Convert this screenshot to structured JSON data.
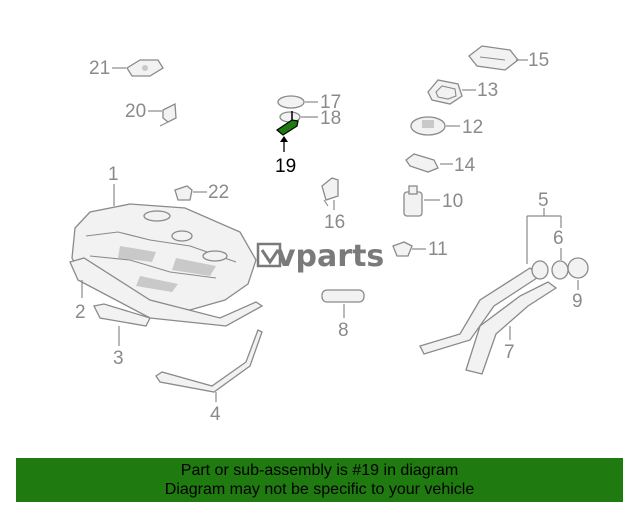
{
  "diagram": {
    "callouts": {
      "c1": "1",
      "c2": "2",
      "c3": "3",
      "c4": "4",
      "c5": "5",
      "c6": "6",
      "c7": "7",
      "c8": "8",
      "c9": "9",
      "c10": "10",
      "c11": "11",
      "c12": "12",
      "c13": "13",
      "c14": "14",
      "c15": "15",
      "c16": "16",
      "c17": "17",
      "c18": "18",
      "c19": "19",
      "c20": "20",
      "c21": "21",
      "c22": "22"
    },
    "highlighted_part": "19",
    "highlight_color": "#1f7a0f"
  },
  "watermark": {
    "text": "vparts"
  },
  "banner": {
    "line1": "Part or sub-assembly is #19 in diagram",
    "line2": "Diagram may not be specific to your vehicle",
    "background": "#1f7a0f"
  }
}
